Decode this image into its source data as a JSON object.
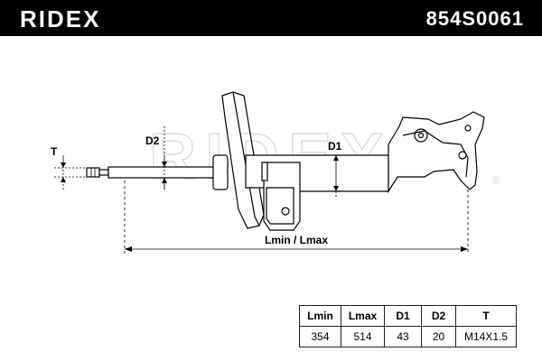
{
  "header": {
    "brand": "RIDEX",
    "part_number": "854S0061",
    "bar_color": "#000000",
    "text_color": "#ffffff"
  },
  "diagram": {
    "labels": {
      "t": "T",
      "d2": "D2",
      "d1": "D1",
      "length": "Lmin / Lmax"
    },
    "watermark": "RIDEX",
    "line_color": "#000000"
  },
  "spec_table": {
    "headers": [
      "Lmin",
      "Lmax",
      "D1",
      "D2",
      "T"
    ],
    "values": [
      "354",
      "514",
      "43",
      "20",
      "M14X1.5"
    ]
  }
}
